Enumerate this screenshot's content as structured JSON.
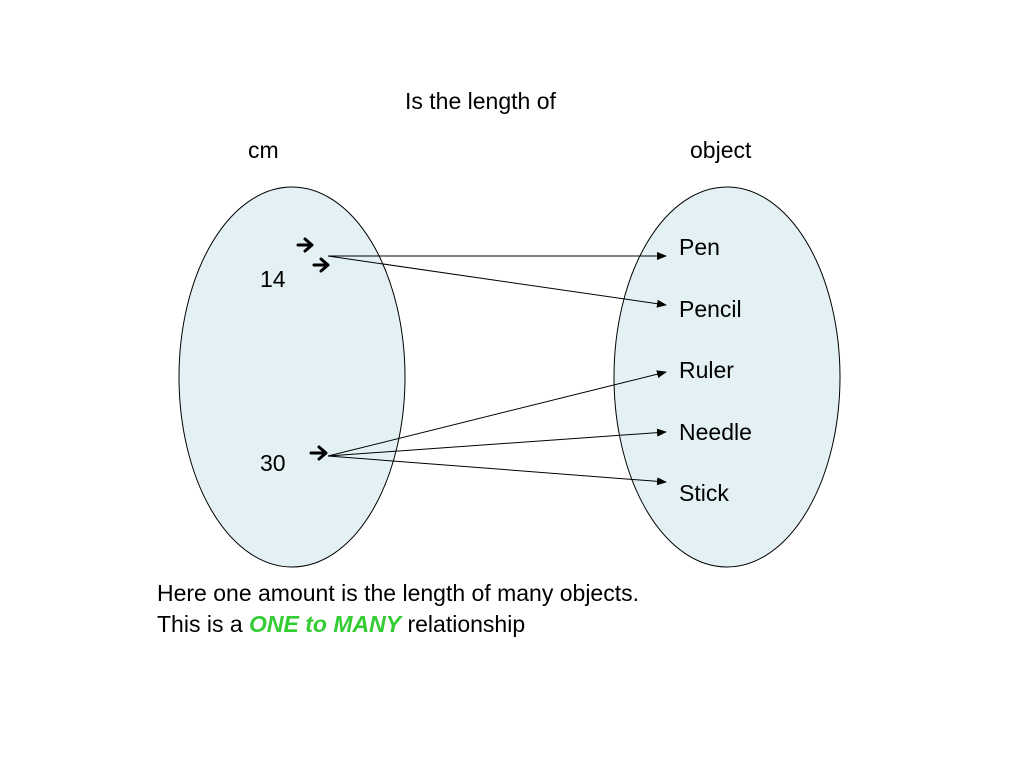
{
  "diagram": {
    "title": "Is the length of",
    "domain_label": "cm",
    "codomain_label": "object",
    "domain_items": [
      "14",
      "30"
    ],
    "codomain_items": [
      "Pen",
      "Pencil",
      "Ruler",
      "Needle",
      "Stick"
    ],
    "mappings": [
      {
        "from": "14",
        "to": "Pen"
      },
      {
        "from": "14",
        "to": "Pencil"
      },
      {
        "from": "30",
        "to": "Ruler"
      },
      {
        "from": "30",
        "to": "Needle"
      },
      {
        "from": "30",
        "to": "Stick"
      }
    ],
    "ellipse_fill": "#e3f1f5",
    "ellipse_stroke": "#000000"
  },
  "caption": {
    "line1": "Here one amount is the length of many objects.",
    "line2_prefix": "This is a ",
    "line2_highlight": "ONE to MANY",
    "line2_suffix": " relationship",
    "highlight_color": "#33cc33"
  }
}
